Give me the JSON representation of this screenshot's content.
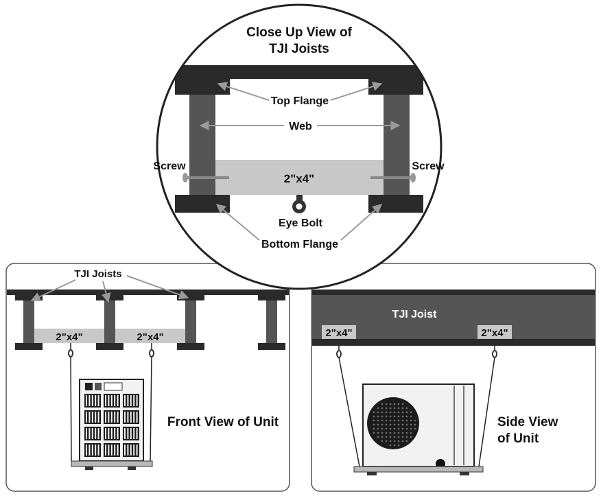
{
  "closeup": {
    "title_line1": "Close Up View of",
    "title_line2": "TJI Joists",
    "top_flange": "Top Flange",
    "web": "Web",
    "screw_left": "Screw",
    "screw_right": "Screw",
    "lumber": "2\"x4\"",
    "eye_bolt": "Eye Bolt",
    "bottom_flange": "Bottom Flange"
  },
  "front_view": {
    "joists_label": "TJI Joists",
    "lumber_left": "2\"x4\"",
    "lumber_right": "2\"x4\"",
    "caption": "Front View of Unit"
  },
  "side_view": {
    "joist_label": "TJI Joist",
    "lumber_left": "2\"x4\"",
    "lumber_right": "2\"x4\"",
    "caption_line1": "Side View",
    "caption_line2": "of Unit"
  },
  "colors": {
    "joist_dark": "#2a2a2a",
    "web_gray": "#555555",
    "lumber_gray": "#c8c8c8",
    "unit_body": "#f2f2f2",
    "outline": "#222222"
  }
}
